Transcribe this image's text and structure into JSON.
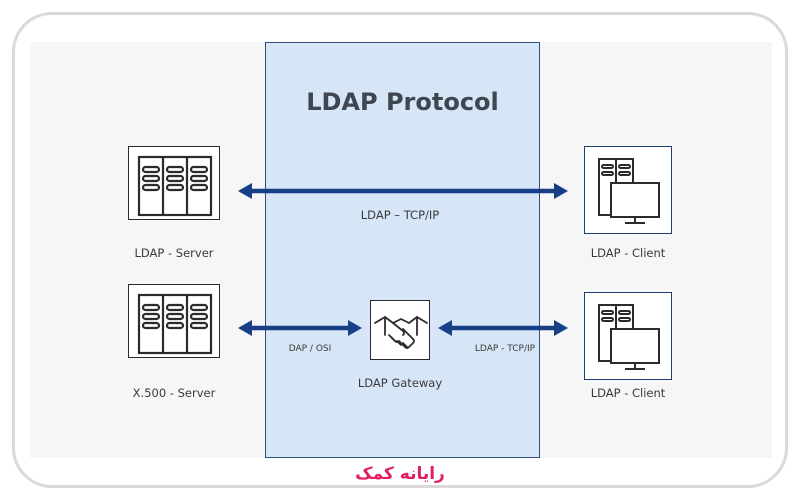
{
  "title": "LDAP Protocol",
  "nodes": {
    "ldap_server": "LDAP - Server",
    "x500_server": "X.500 - Server",
    "client_top": "LDAP - Client",
    "client_bottom": "LDAP - Client",
    "gateway": "LDAP Gateway"
  },
  "connections": {
    "top": "LDAP – TCP/IP",
    "bottom_left": "DAP / OSI",
    "bottom_right": "LDAP - TCP/IP"
  },
  "brand": {
    "text": "رایانه کمک"
  },
  "colors": {
    "arrow": "#173f86",
    "panel": "#d6e6f7",
    "brand": "#e41d63"
  }
}
